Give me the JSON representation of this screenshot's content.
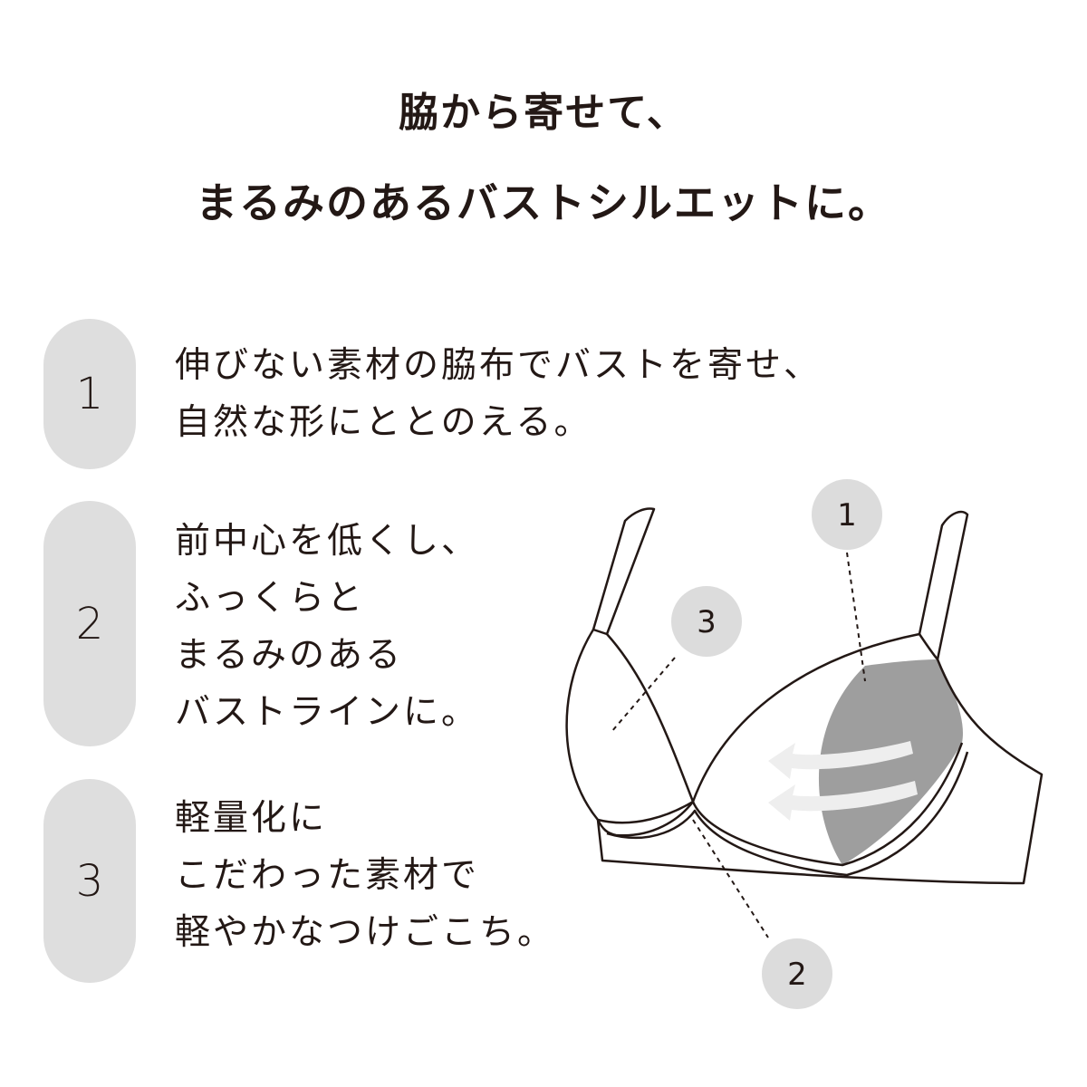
{
  "headline": {
    "line1": "脇から寄せて、",
    "line2": "まるみのあるバストシルエットに。"
  },
  "features": [
    {
      "number": "1",
      "lines": [
        "伸びない素材の脇布でバストを寄せ、",
        "自然な形にととのえる。"
      ]
    },
    {
      "number": "2",
      "lines": [
        "前中心を低くし、",
        "ふっくらと",
        "まるみのある",
        "バストラインに。"
      ]
    },
    {
      "number": "3",
      "lines": [
        "軽量化に",
        "こだわった素材で",
        "軽やかなつけごこち。"
      ]
    }
  ],
  "diagram": {
    "callouts": [
      "1",
      "2",
      "3"
    ]
  },
  "colors": {
    "pill": "#dedede",
    "panel": "#9e9e9e",
    "text": "#231815"
  }
}
